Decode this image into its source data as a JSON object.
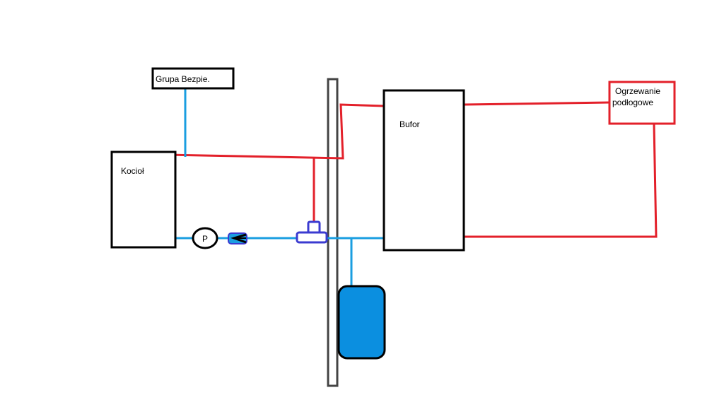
{
  "labels": {
    "boiler": "Kocioł",
    "safety_group": "Grupa Bezpie.",
    "buffer": "Bufor",
    "floor_heating_line1": "Ogrzewanie",
    "floor_heating_line2": "podłogowe",
    "pump": "P"
  },
  "colors": {
    "hot_pipe": "#e3202a",
    "cold_pipe": "#1a9ee0",
    "outline": "#000000",
    "wall": "#444444",
    "valve": "#3b3bd0",
    "tank_fill": "#0b8fe0"
  },
  "icons": {
    "check_valve": "check-valve-icon",
    "tee": "tee-fitting-icon"
  }
}
